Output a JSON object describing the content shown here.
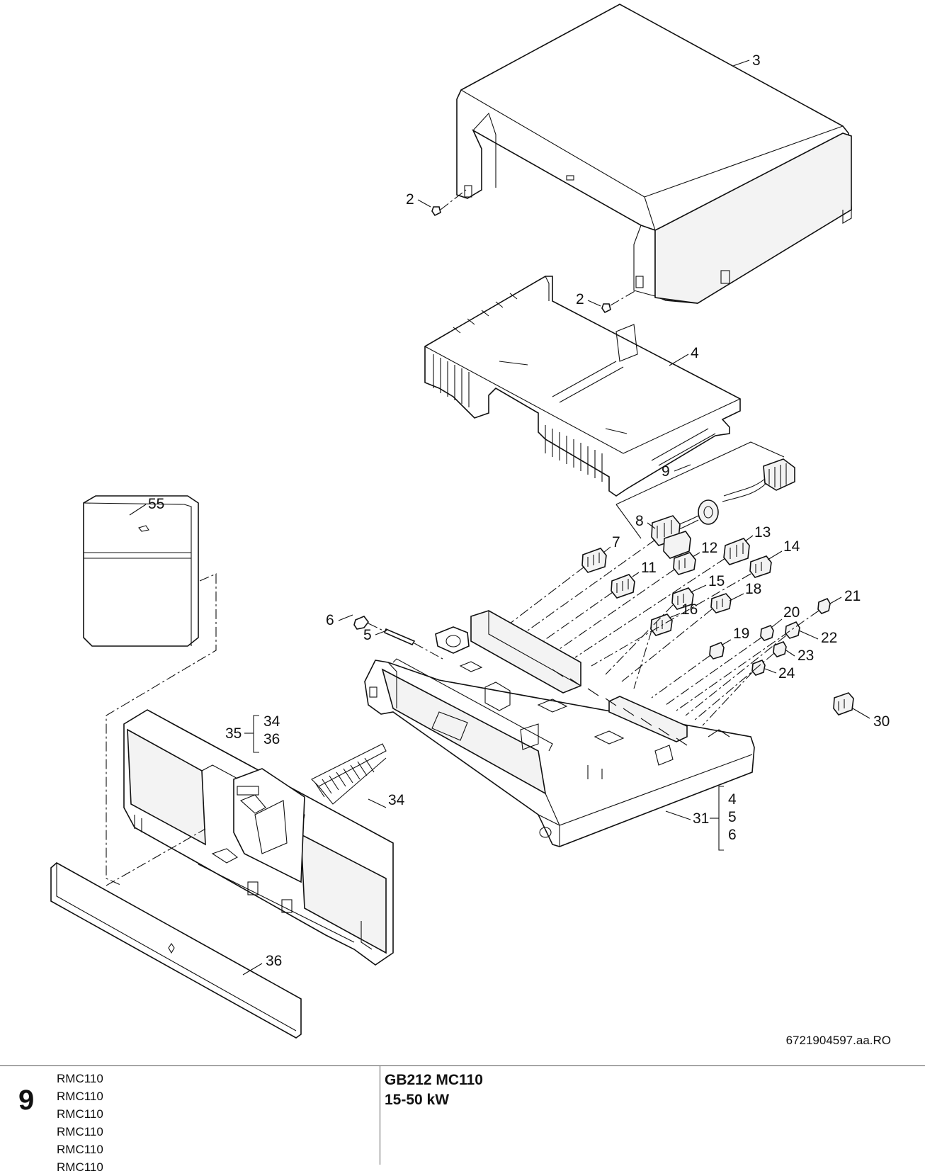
{
  "drawing_number": "6721904597.aa.RO",
  "page_number": "9",
  "controller_models": [
    "RMC110",
    "RMC110",
    "RMC110",
    "RMC110",
    "RMC110",
    "RMC110"
  ],
  "model_title": "GB212 MC110",
  "power_range": "15-50 kW",
  "callouts": {
    "c3": "3",
    "c2a": "2",
    "c2b": "2",
    "c4": "4",
    "c9": "9",
    "c55": "55",
    "c8": "8",
    "c7": "7",
    "c11": "11",
    "c12": "12",
    "c13": "13",
    "c14": "14",
    "c15": "15",
    "c16": "16",
    "c18": "18",
    "c6": "6",
    "c5": "5",
    "c21": "21",
    "c20": "20",
    "c22": "22",
    "c19": "19",
    "c23": "23",
    "c24": "24",
    "c30": "30",
    "c35": "35",
    "c34_b1": "34",
    "c36_b1": "36",
    "c34": "34",
    "c31": "31",
    "c4_b2": "4",
    "c5_b2": "5",
    "c6_b2": "6",
    "c36": "36"
  }
}
